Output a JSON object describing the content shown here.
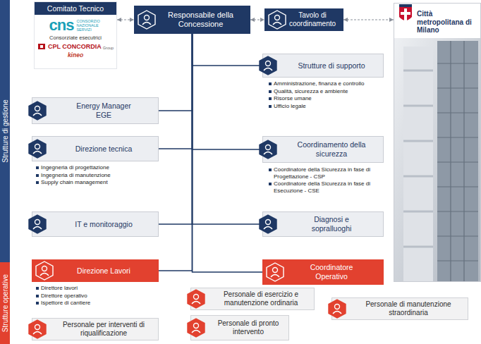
{
  "diagram": {
    "nodes": [
      {
        "text": [
          "Strutture di gestione"
        ]
      },
      {
        "text": [
          "Comitato Tecnico",
          "cns",
          "CONSORZIO NAZIONALE SERVIZI",
          "Consorziate esecutrici",
          "CPL CONCORDIA",
          "Group",
          "kineo"
        ]
      },
      {
        "text": [
          "Responsabile della Concessione"
        ]
      },
      {
        "text": [
          "Tavolo di coordinamento"
        ]
      },
      {
        "text": [
          "Città metropolitana di Milano"
        ]
      },
      {
        "text": [
          "Strutture di supporto"
        ]
      },
      {
        "text": [
          "Energy Manager EGE"
        ]
      },
      {
        "text": [
          "Direzione tecnica"
        ]
      },
      {
        "text": [
          "Coordinamento della sicurezza"
        ]
      },
      {
        "text": [
          "IT e monitoraggio"
        ]
      },
      {
        "text": [
          "Diagnosi e sopralluoghi"
        ]
      },
      {
        "text": [
          "Strutture operative"
        ]
      },
      {
        "text": [
          "Direzione Lavori"
        ]
      },
      {
        "text": [
          "Coordinatore Operativo"
        ]
      },
      {
        "text": [
          "Personale di esercizio e manutenzione ordinaria"
        ]
      },
      {
        "text": [
          "Personale di manutenzione straordinaria"
        ]
      },
      {
        "text": [
          "Personale di pronto intervento"
        ]
      },
      {
        "text": [
          "Personale per interventi di riqualificazione"
        ]
      }
    ],
    "edges": [
      {
        "from": 1,
        "to": 2,
        "arrow": "both"
      },
      {
        "from": 2,
        "to": 3,
        "arrow": "both"
      },
      {
        "from": 3,
        "to": 4,
        "arrow": "both"
      },
      {
        "from": 2,
        "to": 5,
        "arrow": "none"
      },
      {
        "from": 2,
        "to": 6,
        "arrow": "none"
      },
      {
        "from": 2,
        "to": 7,
        "arrow": "none"
      },
      {
        "from": 2,
        "to": 8,
        "arrow": "none"
      },
      {
        "from": 2,
        "to": 9,
        "arrow": "none"
      },
      {
        "from": 2,
        "to": 10,
        "arrow": "none"
      },
      {
        "from": 2,
        "to": 12,
        "arrow": "none"
      },
      {
        "from": 2,
        "to": 13,
        "arrow": "none"
      }
    ],
    "labels": [
      "Amministrazione, finanza e controllo",
      "Qualità, sicurezza e ambiente",
      "Risorse umane",
      "Ufficio legale",
      "Ingegneria di progettazione",
      "Ingegneria di manutenzione",
      "Supply chain management",
      "Coordinatore della Sicurezza in fase di Progettazione - CSP",
      "Coordinatore della Sicurezza in fase di Esecuzione - CSE",
      "Direttore lavori",
      "Direttore operativo",
      "Ispettore di cantiere"
    ]
  }
}
